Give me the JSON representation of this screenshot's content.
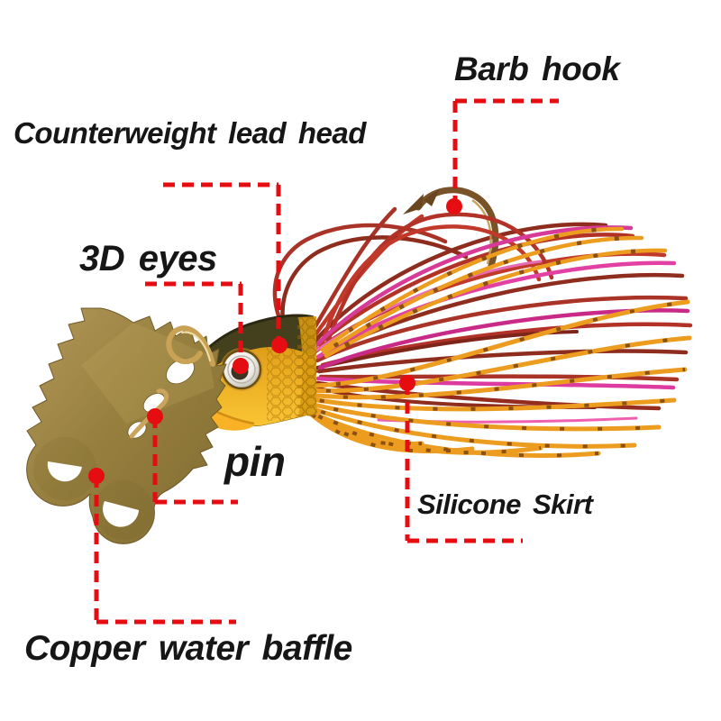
{
  "theme": {
    "ann": "#e60d12",
    "ink": "#161616",
    "bg": "#ffffff"
  },
  "diagram": {
    "labels": {
      "barb_hook": "Barb hook",
      "counterweight_lead_head": "Counterweight lead head",
      "three_d_eyes": "3D eyes",
      "pin": "pin",
      "silicone_skirt": "Silicone Skirt",
      "copper_water_baffle": "Copper water baffle"
    },
    "part_colors": {
      "blade_gold": "#97803f",
      "head_amber": "#e8a81e",
      "head_dark_olive": "#44401e",
      "chin_yellow": "#f9b225",
      "eye_silver": "#eeede8",
      "pupil_brown": "#3e3322",
      "skirt_dark_red": "#8e2c1e",
      "skirt_crimson": "#c0392b",
      "skirt_magenta": "#d83a98",
      "skirt_orange": "#ec9c1e",
      "skirt_spot_brown": "#7a4512",
      "hook_bronze": "#5a3b1d",
      "wire_gold": "#c9a255",
      "annotation_red": "#e60d12"
    }
  }
}
